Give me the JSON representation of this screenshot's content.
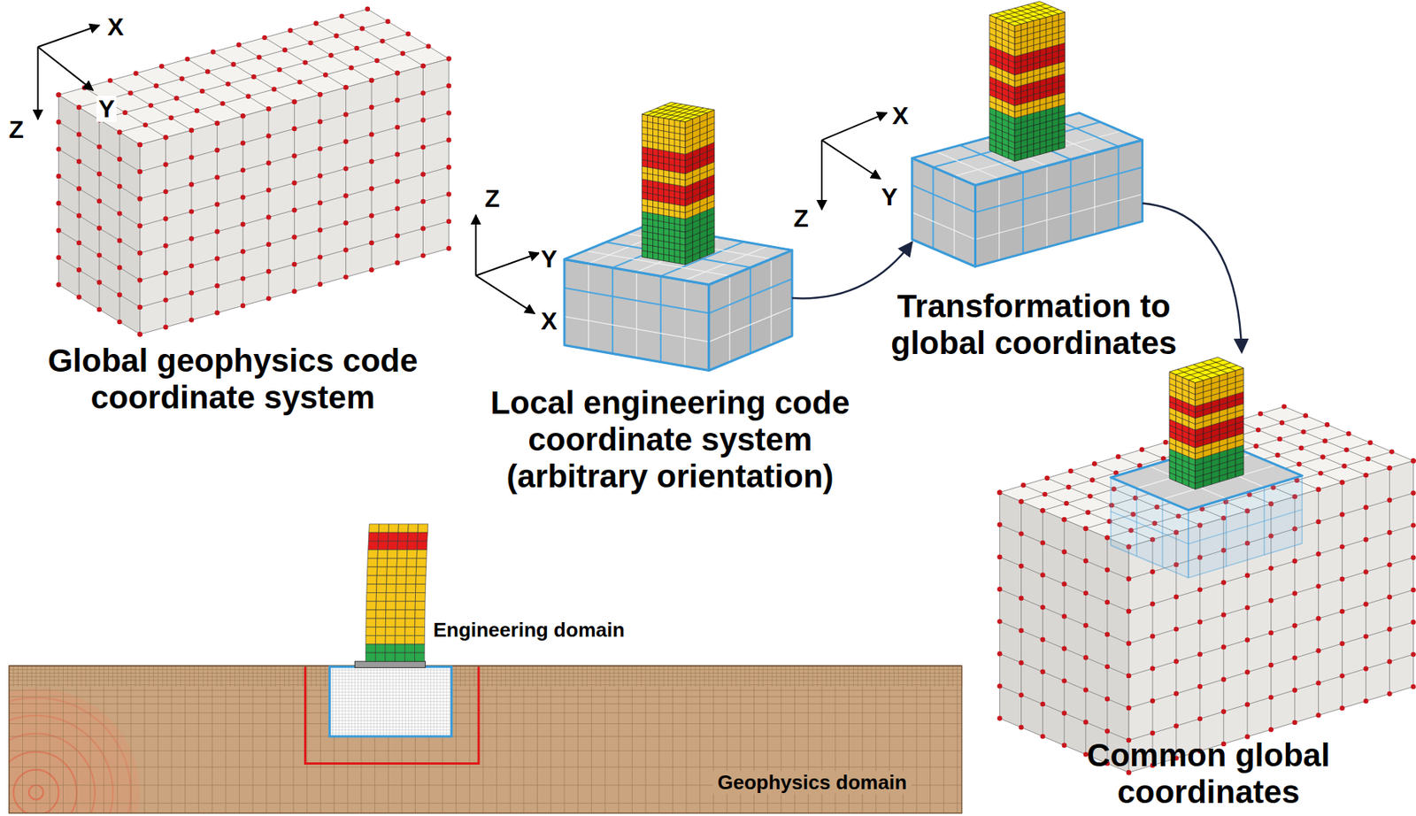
{
  "diagram": {
    "nodes": [
      {
        "text": [
          "Global geophysics code coordinate system"
        ]
      },
      {
        "text": [
          "Local engineering code coordinate system (arbitrary orientation)"
        ]
      },
      {
        "text": [
          "Transformation to global coordinates"
        ]
      },
      {
        "text": [
          "Common global coordinates"
        ]
      },
      {
        "text": [
          "Geophysics domain"
        ]
      }
    ],
    "edges": [
      {
        "from": 1,
        "to": 2,
        "arrow": "to"
      },
      {
        "from": 2,
        "to": 3,
        "arrow": "to"
      }
    ],
    "labels": [
      "X",
      "Y",
      "Z",
      "Z",
      "Y",
      "X",
      "X",
      "Y",
      "Z",
      "Engineering domain"
    ]
  }
}
